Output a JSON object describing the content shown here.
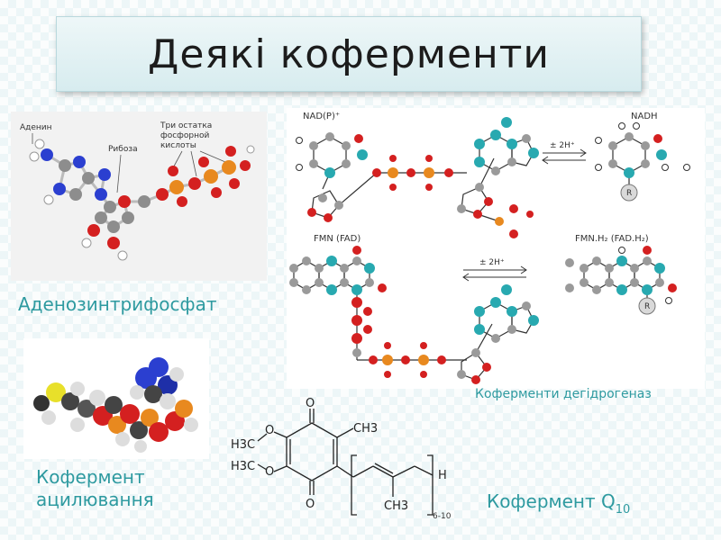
{
  "slide": {
    "title": "Деякі коферменти"
  },
  "atp": {
    "labels": {
      "adenine": "Аденин",
      "ribose": "Рибоза",
      "phosphates_line1": "Три остатка",
      "phosphates_line2": "фосфорной",
      "phosphates_line3": "кислоты"
    },
    "caption": "Аденозинтрифосфат"
  },
  "dehydrogenase": {
    "nad_label": "NAD(P)⁺",
    "nadh_label": "NADH",
    "fmn_label": "FMN (FAD)",
    "fmnh2_label": "FMN.H₂ (FAD.H₂)",
    "arrow_top_label": "± 2H⁺",
    "arrow_bottom_label": "± 2H⁺",
    "r_label": "R",
    "caption": "Коферменти дегідрогеназ"
  },
  "acyl": {
    "caption_line1": "Кофермент",
    "caption_line2": "ацилювання"
  },
  "coq": {
    "ch3_top": "CH3",
    "h3co_1": "H3C",
    "h3co_2": "H3C",
    "o_1": "O",
    "o_2": "O",
    "o_top": "O",
    "o_bottom": "O",
    "h": "H",
    "ch3_chain": "CH3",
    "repeat": "6-10",
    "caption_main": "Кофермент Q",
    "caption_sub": "10"
  },
  "colors": {
    "caption_teal": "#2e9aa0",
    "oxygen_red": "#d42020",
    "nitrogen_teal": "#28a9b0",
    "phosphate_orange": "#e8891f",
    "carbon_gray": "#9a9a9a"
  }
}
